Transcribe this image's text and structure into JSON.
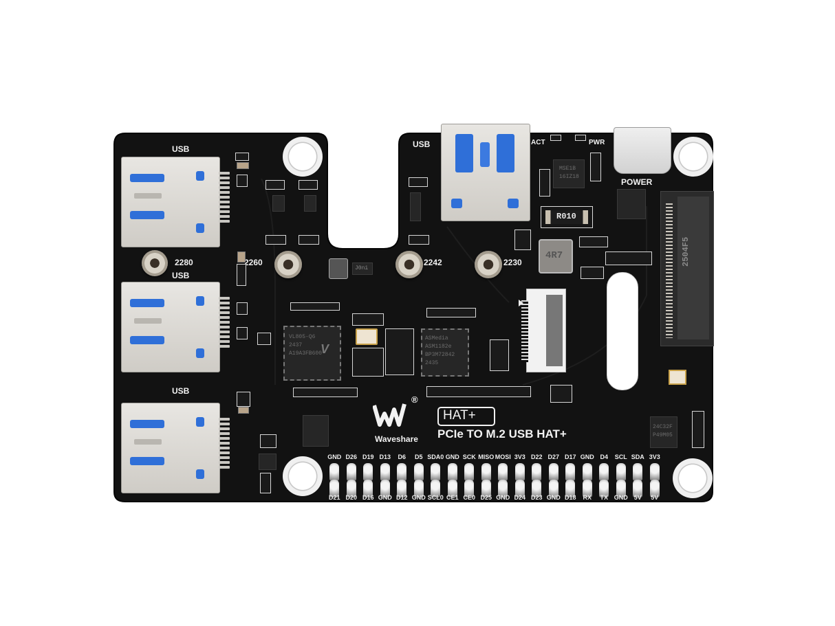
{
  "product": {
    "brand": "Waveshare",
    "registered_mark": "®",
    "badge": "HAT+",
    "title": "PCIe TO M.2 USB HAT+"
  },
  "connectors": {
    "usb_left": [
      "USB",
      "USB",
      "USB"
    ],
    "usb_top": "USB",
    "power_label": "POWER",
    "leds": {
      "act": "ACT",
      "pwr": "PWR"
    }
  },
  "m2_sizes": [
    "2280",
    "2260",
    "2242",
    "2230"
  ],
  "components": {
    "shunt_resistor": "R010",
    "inductor": "4R7",
    "m2_slot_marking": "2504F5",
    "usb_hub_chip": [
      "VL805-Q6",
      "2437",
      "A19A3FB600"
    ],
    "pcie_switch_chip": [
      "ASMedia",
      "ASM1182e",
      "BP3M72842",
      "2435"
    ],
    "eeprom_chip": [
      "24C32F",
      "P49M05"
    ],
    "power_ic": [
      "MSE1B",
      "16IZ18"
    ],
    "regulator_marking": "J0ni"
  },
  "gpio": {
    "top": [
      "GND",
      "D26",
      "D19",
      "D13",
      "D6",
      "D5",
      "SDA0",
      "GND",
      "SCK",
      "MISO",
      "MOSI",
      "3V3",
      "D22",
      "D27",
      "D17",
      "GND",
      "D4",
      "SCL",
      "SDA",
      "3V3"
    ],
    "bottom": [
      "D21",
      "D20",
      "D16",
      "GND",
      "D12",
      "GND",
      "SCL0",
      "CE1",
      "CE0",
      "D25",
      "GND",
      "D24",
      "D23",
      "GND",
      "D18",
      "RX",
      "TX",
      "GND",
      "5V",
      "5V"
    ]
  },
  "colors": {
    "pcb": "#111111",
    "silkscreen": "#f2f2f2",
    "usb_blue": "#2f6fd8",
    "metal": "#d6d3ce",
    "background": "#ffffff"
  }
}
